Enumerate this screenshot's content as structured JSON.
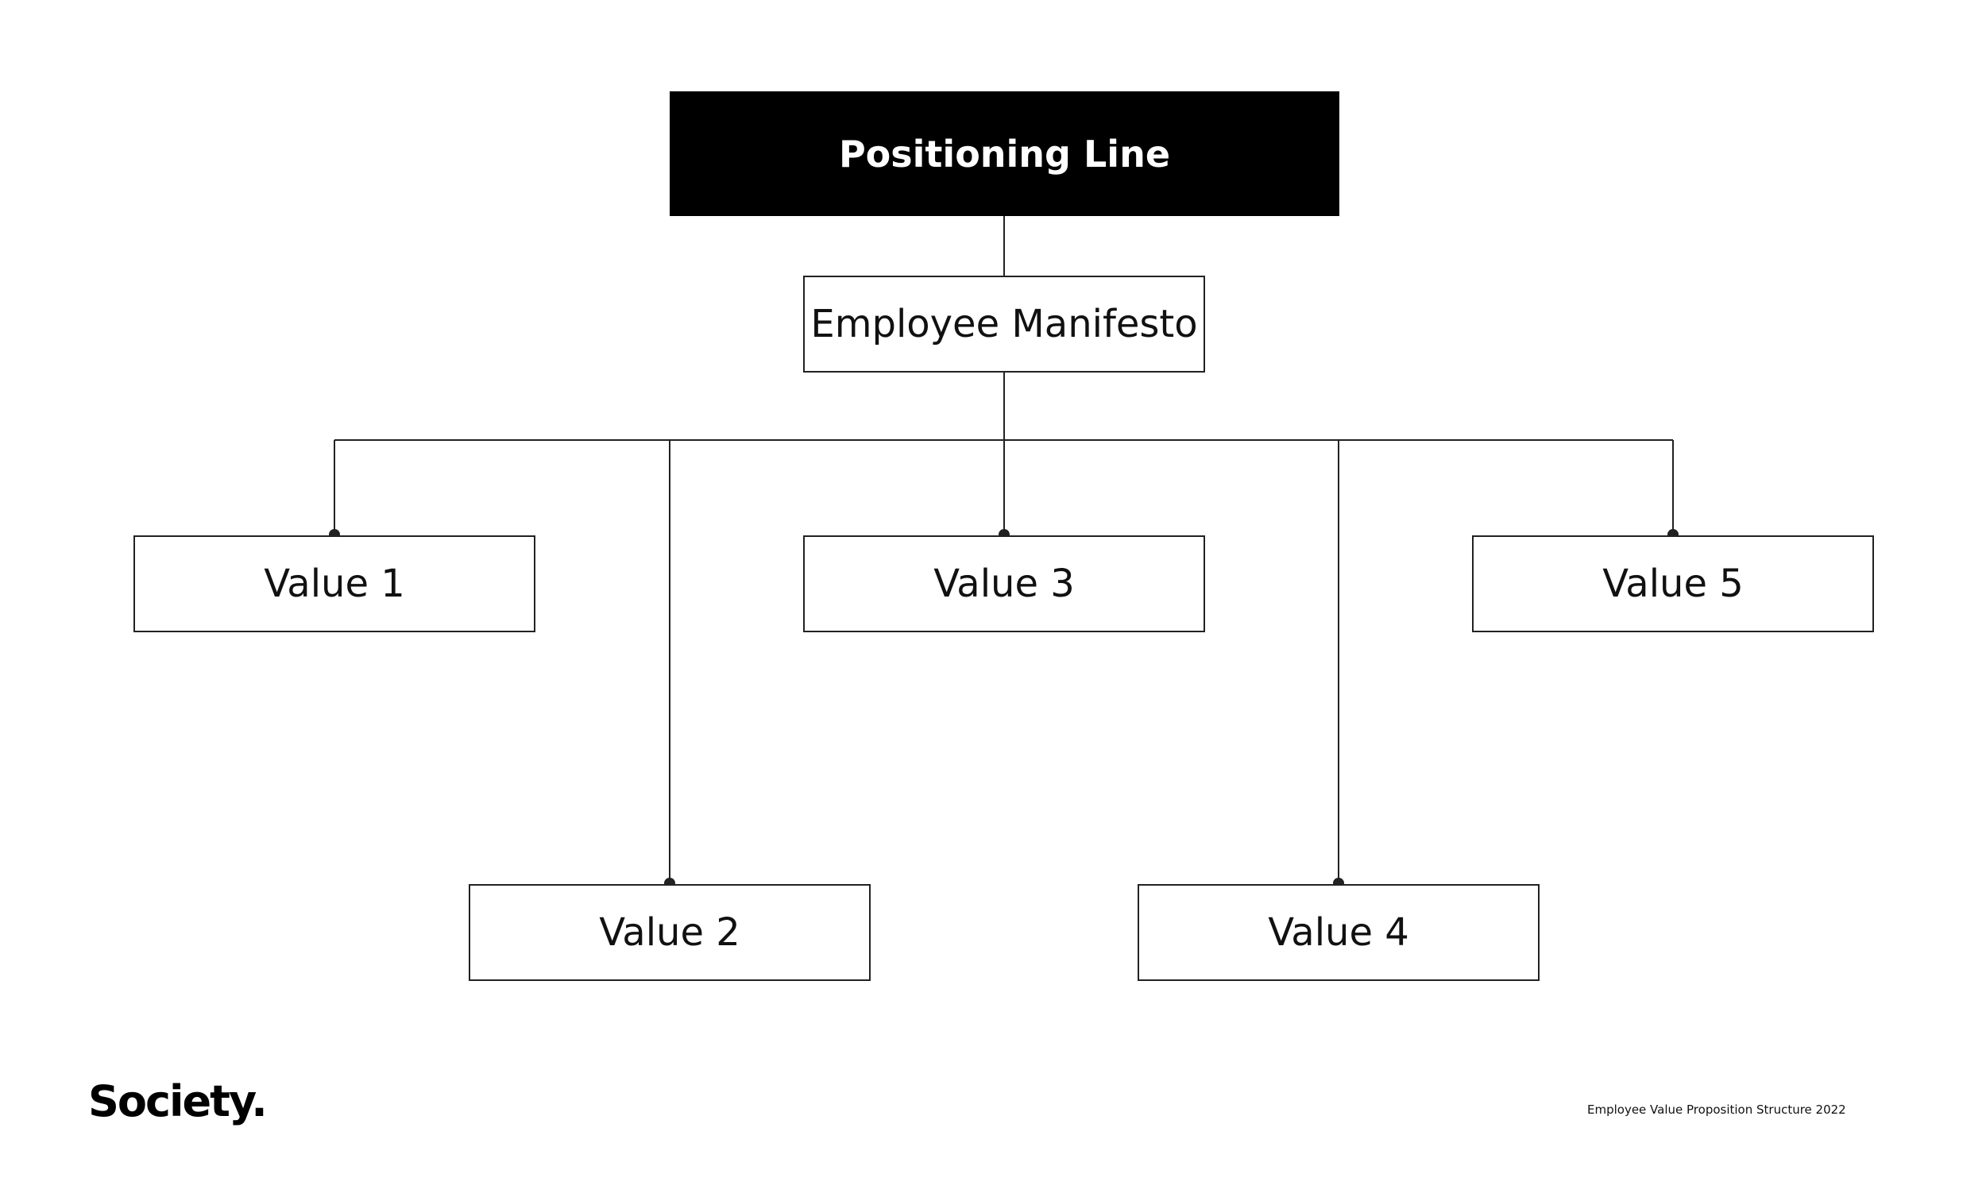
{
  "diagram": {
    "root": {
      "label": "Positioning Line"
    },
    "manifesto": {
      "label": "Employee Manifesto"
    },
    "values": [
      {
        "label": "Value 1"
      },
      {
        "label": "Value 2"
      },
      {
        "label": "Value 3"
      },
      {
        "label": "Value 4"
      },
      {
        "label": "Value 5"
      }
    ],
    "edges": [
      {
        "from": "Positioning Line",
        "to": "Employee Manifesto"
      },
      {
        "from": "Employee Manifesto",
        "to": "Value 1"
      },
      {
        "from": "Employee Manifesto",
        "to": "Value 2"
      },
      {
        "from": "Employee Manifesto",
        "to": "Value 3"
      },
      {
        "from": "Employee Manifesto",
        "to": "Value 4"
      },
      {
        "from": "Employee Manifesto",
        "to": "Value 5"
      }
    ],
    "colors": {
      "root_fill": "#000000",
      "root_text": "#ffffff",
      "line": "#222222",
      "background": "#ffffff"
    }
  },
  "footer": {
    "logo": "Society.",
    "caption": "Employee Value Proposition Structure 2022"
  }
}
